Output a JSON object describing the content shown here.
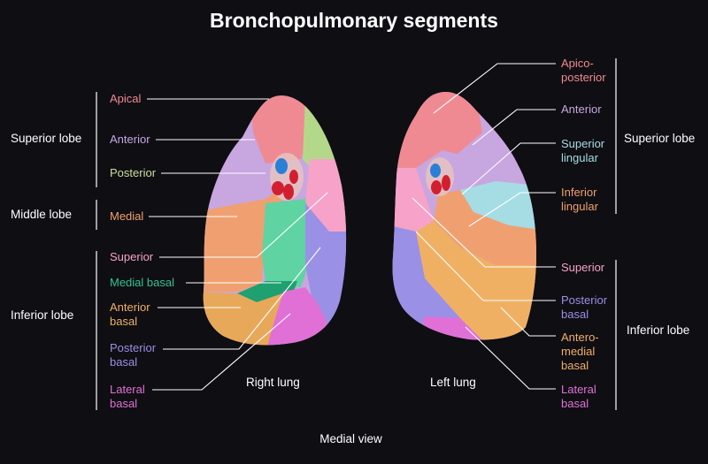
{
  "title": "Bronchopulmonary segments",
  "view_caption": "Medial view",
  "right_lung": {
    "caption": "Right lung",
    "lobes": {
      "superior": "Superior lobe",
      "middle": "Middle lobe",
      "inferior": "Inferior lobe"
    },
    "segments": [
      {
        "key": "apical",
        "label": "Apical",
        "color": "#f08a92"
      },
      {
        "key": "anterior",
        "label": "Anterior",
        "color": "#c8a6e0"
      },
      {
        "key": "posterior",
        "label": "Posterior",
        "color": "#c8e09a"
      },
      {
        "key": "medial",
        "label": "Medial",
        "color": "#f0a070"
      },
      {
        "key": "superior",
        "label": "Superior",
        "color": "#f7a2c8"
      },
      {
        "key": "medial_basal",
        "label": "Medial basal",
        "color": "#2fc48c"
      },
      {
        "key": "anterior_basal",
        "label": "Anterior basal",
        "color": "#f0b064"
      },
      {
        "key": "posterior_basal",
        "label": "Posterior basal",
        "color": "#9a90e6"
      },
      {
        "key": "lateral_basal",
        "label": "Lateral basal",
        "color": "#e070d6"
      }
    ]
  },
  "left_lung": {
    "caption": "Left lung",
    "lobes": {
      "superior": "Superior lobe",
      "inferior": "Inferior lobe"
    },
    "segments": [
      {
        "key": "apico_posterior",
        "label": "Apico-posterior",
        "color": "#f08a92"
      },
      {
        "key": "anterior",
        "label": "Anterior",
        "color": "#c8a6e0"
      },
      {
        "key": "superior_lingular",
        "label": "Superior lingular",
        "color": "#a6dde4"
      },
      {
        "key": "inferior_lingular",
        "label": "Inferior lingular",
        "color": "#f0a070"
      },
      {
        "key": "superior",
        "label": "Superior",
        "color": "#f7a2c8"
      },
      {
        "key": "posterior_basal",
        "label": "Posterior basal",
        "color": "#9a90e6"
      },
      {
        "key": "anteromedial_basal",
        "label": "Antero-medial basal",
        "color": "#f0b064"
      },
      {
        "key": "lateral_basal",
        "label": "Lateral basal",
        "color": "#e070d6"
      }
    ]
  }
}
